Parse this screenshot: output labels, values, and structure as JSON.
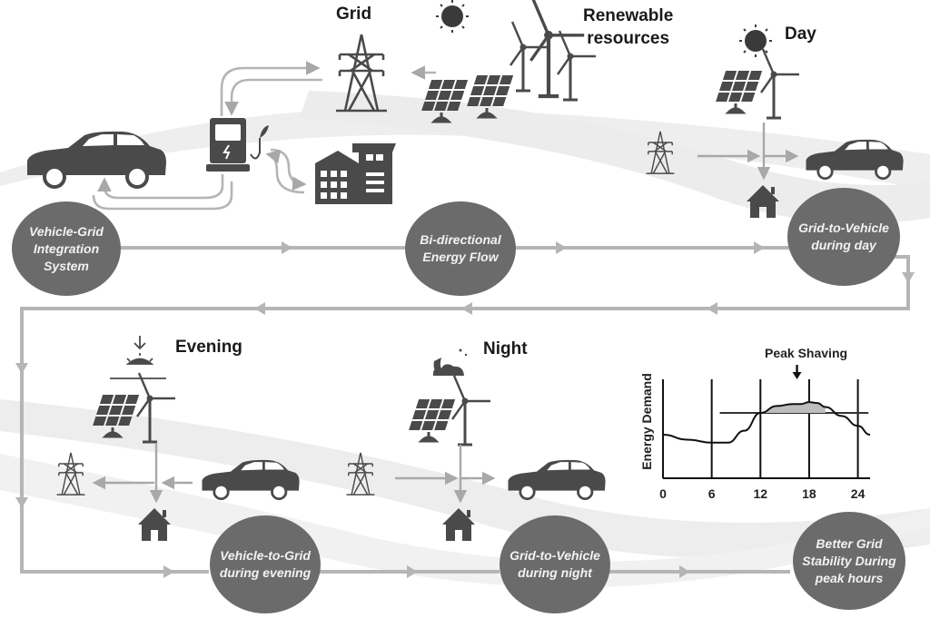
{
  "title_labels": {
    "grid": "Grid",
    "renewable": "Renewable\nresources",
    "day": "Day",
    "evening": "Evening",
    "night": "Night"
  },
  "nodes": [
    {
      "id": "vgi",
      "label": "Vehicle-Grid Integration System"
    },
    {
      "id": "bidirectional",
      "label": "Bi-directional Energy Flow"
    },
    {
      "id": "g2v-day",
      "label": "Grid-to-Vehicle during day"
    },
    {
      "id": "v2g-evening",
      "label": "Vehicle-to-Grid during evening"
    },
    {
      "id": "g2v-night",
      "label": "Grid-to-Vehicle during night"
    },
    {
      "id": "stability",
      "label": "Better Grid Stability During peak hours"
    }
  ],
  "icons": [
    "car-icon",
    "charging-station-icon",
    "transmission-tower-icon",
    "buildings-icon",
    "solar-panel-icon",
    "wind-turbine-icon",
    "sun-icon",
    "sunset-icon",
    "moon-cloud-icon",
    "house-icon"
  ],
  "colors": {
    "node": "#6b6b6b",
    "icon": "#4a4a4a",
    "arrow": "#b0b0b0",
    "band": "#ececec"
  },
  "chart_data": {
    "type": "line",
    "title": "Peak Shaving",
    "xlabel": "",
    "ylabel": "Energy Demand",
    "x_ticks": [
      "0",
      "6",
      "12",
      "18",
      "24"
    ],
    "xlim": [
      0,
      25.5
    ],
    "ylim": [
      0,
      1
    ],
    "grid": "vertical lines at ticks",
    "series": [
      {
        "name": "demand",
        "x": [
          0,
          3,
          6,
          8,
          10,
          12,
          14,
          16,
          17,
          18,
          19,
          20,
          22,
          24,
          25.5
        ],
        "y": [
          0.44,
          0.39,
          0.36,
          0.36,
          0.48,
          0.66,
          0.73,
          0.75,
          0.75,
          0.77,
          0.76,
          0.72,
          0.63,
          0.53,
          0.44
        ]
      }
    ],
    "threshold": {
      "value": 0.66,
      "x_start": 7,
      "x_end": 25.3
    },
    "annotation": {
      "text": "Peak Shaving",
      "x": 16.5
    }
  }
}
